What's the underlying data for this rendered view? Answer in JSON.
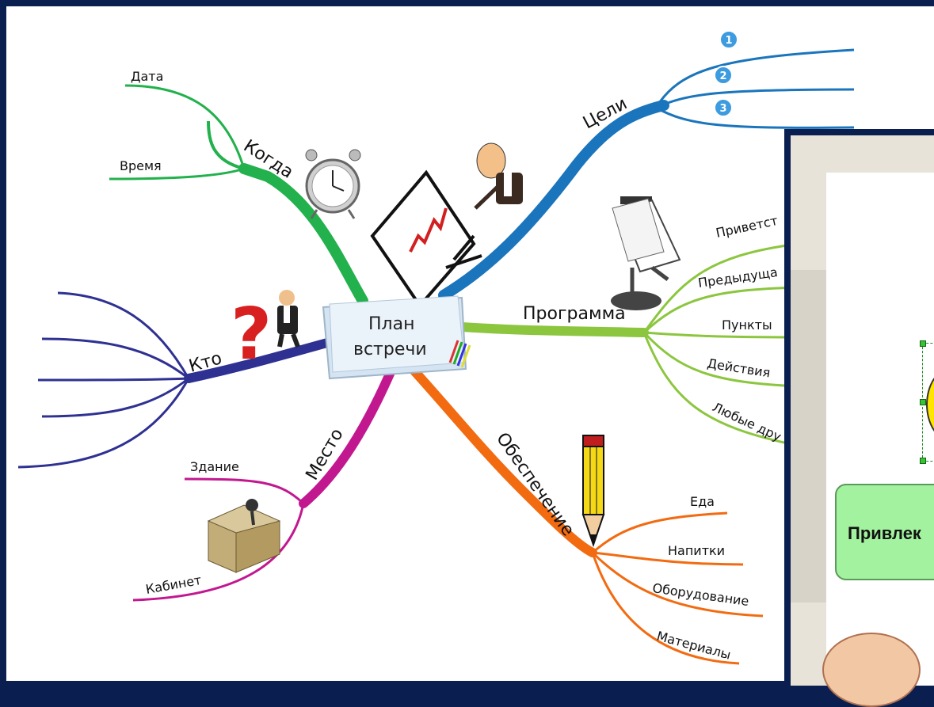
{
  "center": {
    "line1": "План",
    "line2": "встречи"
  },
  "branches": {
    "kogda": {
      "label": "Когда",
      "items": [
        "Дата",
        "Время"
      ],
      "color": "#22b14c"
    },
    "tseli": {
      "label": "Цели",
      "numbers": [
        "1",
        "2",
        "3"
      ],
      "color": "#1b75bc"
    },
    "programma": {
      "label": "Программа",
      "items": [
        "Приветст",
        "Предыдуща",
        "Пункты",
        "Действия",
        "Любые дру"
      ],
      "color": "#8cc63f"
    },
    "kto": {
      "label": "Кто",
      "color": "#2e3192"
    },
    "mesto": {
      "label": "Место",
      "items": [
        "Здание",
        "Кабинет"
      ],
      "color": "#c2188f"
    },
    "obespechenie": {
      "label": "Обеспечение",
      "items": [
        "Еда",
        "Напитки",
        "Оборудование",
        "Материалы"
      ],
      "color": "#f26b11"
    }
  },
  "overlay": {
    "green_box_text": "Привлек"
  },
  "icons": [
    "alarm-clock-icon",
    "presenter-chart-icon",
    "question-man-icon",
    "flipchart-icon",
    "desk-icon",
    "pencil-icon",
    "brain-icon"
  ]
}
